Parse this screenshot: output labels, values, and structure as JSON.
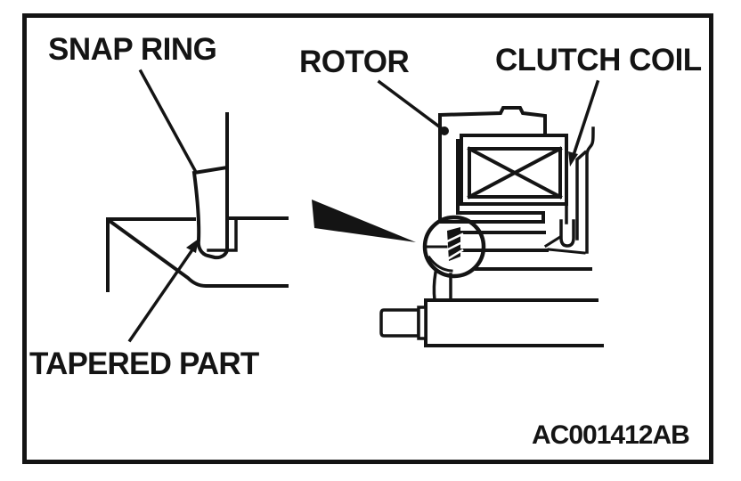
{
  "figure": {
    "labels": {
      "snap_ring": "SNAP RING",
      "rotor": "ROTOR",
      "clutch_coil": "CLUTCH COIL",
      "tapered_part": "TAPERED PART"
    },
    "part_code": "AC001412AB",
    "colors": {
      "ink": "#141414",
      "paper": "#ffffff"
    }
  }
}
